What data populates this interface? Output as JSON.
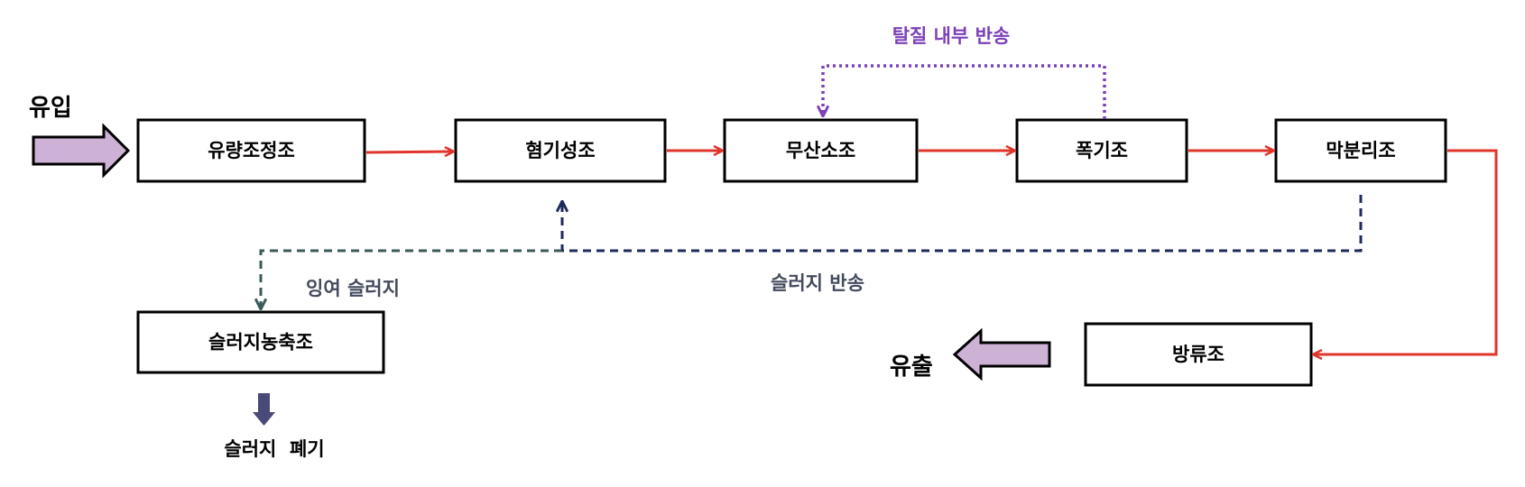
{
  "io": {
    "inflow": "유입",
    "outflow": "유출",
    "disposal": "슬러지  폐기"
  },
  "units": {
    "eq_tank": "유량조정조",
    "anaerobic": "혐기성조",
    "anoxic": "무산소조",
    "aerobic": "폭기조",
    "membrane": "막분리조",
    "discharge": "방류조",
    "thickener": "슬러지농축조"
  },
  "flows": {
    "internal_return": "탈질 내부 반송",
    "sludge_return": "슬러지 반송",
    "excess_sludge": "잉여 슬러지"
  },
  "colors": {
    "main_flow": "#e0352b",
    "internal_return": "#7b3fb8",
    "sludge_return": "#1f2a5c",
    "excess_sludge": "#3b5a5a",
    "big_arrow_fill": "#cdb2d6",
    "disposal_arrow": "#4a4a7a",
    "return_label": "#444a5e"
  }
}
